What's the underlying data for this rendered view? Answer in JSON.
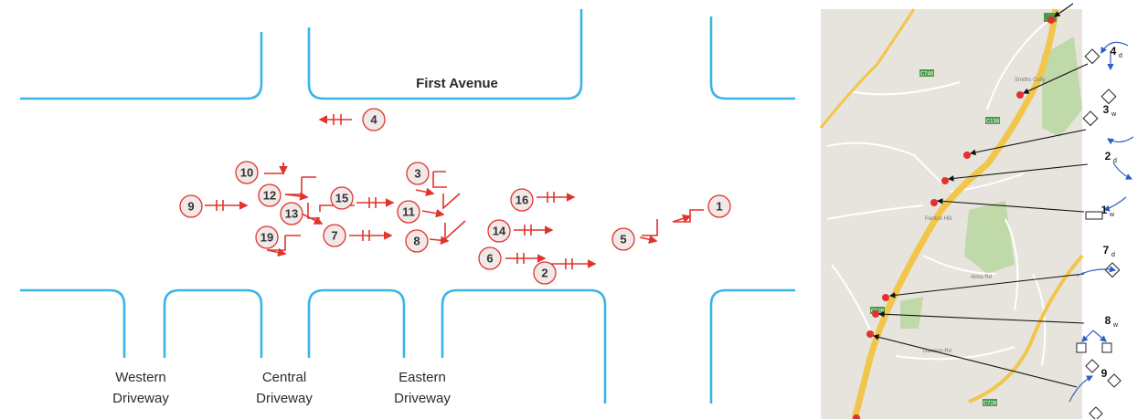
{
  "intersection": {
    "street_name": "First Avenue",
    "driveways": [
      {
        "line1": "Western",
        "line2": "Driveway"
      },
      {
        "line1": "Central",
        "line2": "Driveway"
      },
      {
        "line1": "Eastern",
        "line2": "Driveway"
      }
    ],
    "crash_numbers": [
      "1",
      "2",
      "3",
      "4",
      "5",
      "6",
      "7",
      "8",
      "9",
      "10",
      "11",
      "12",
      "13",
      "14",
      "15",
      "16",
      "19"
    ],
    "colors": {
      "curb": "#3ab4e6",
      "crash": "#e0342c",
      "marker_fill": "#f1e8e8"
    }
  },
  "map": {
    "road_badges": [
      "C746",
      "C138",
      "C728",
      "C126"
    ],
    "place_labels": [
      "Smiths Gully",
      "Panton Hill",
      "Dawson Rd",
      "Alma Rd"
    ],
    "site_labels": [
      {
        "num": "4",
        "sub": "d"
      },
      {
        "num": "3",
        "sub": "w"
      },
      {
        "num": "2",
        "sub": "d"
      },
      {
        "num": "1",
        "sub": "w"
      },
      {
        "num": "7",
        "sub": "d"
      },
      {
        "num": "8",
        "sub": "w"
      },
      {
        "num": "9",
        "sub": ""
      }
    ],
    "colors": {
      "land": "#e7e4dd",
      "road": "#f2c64b",
      "site": "#e53030",
      "arrow": "#2f5fc4",
      "park": "#bfd9a8"
    }
  }
}
